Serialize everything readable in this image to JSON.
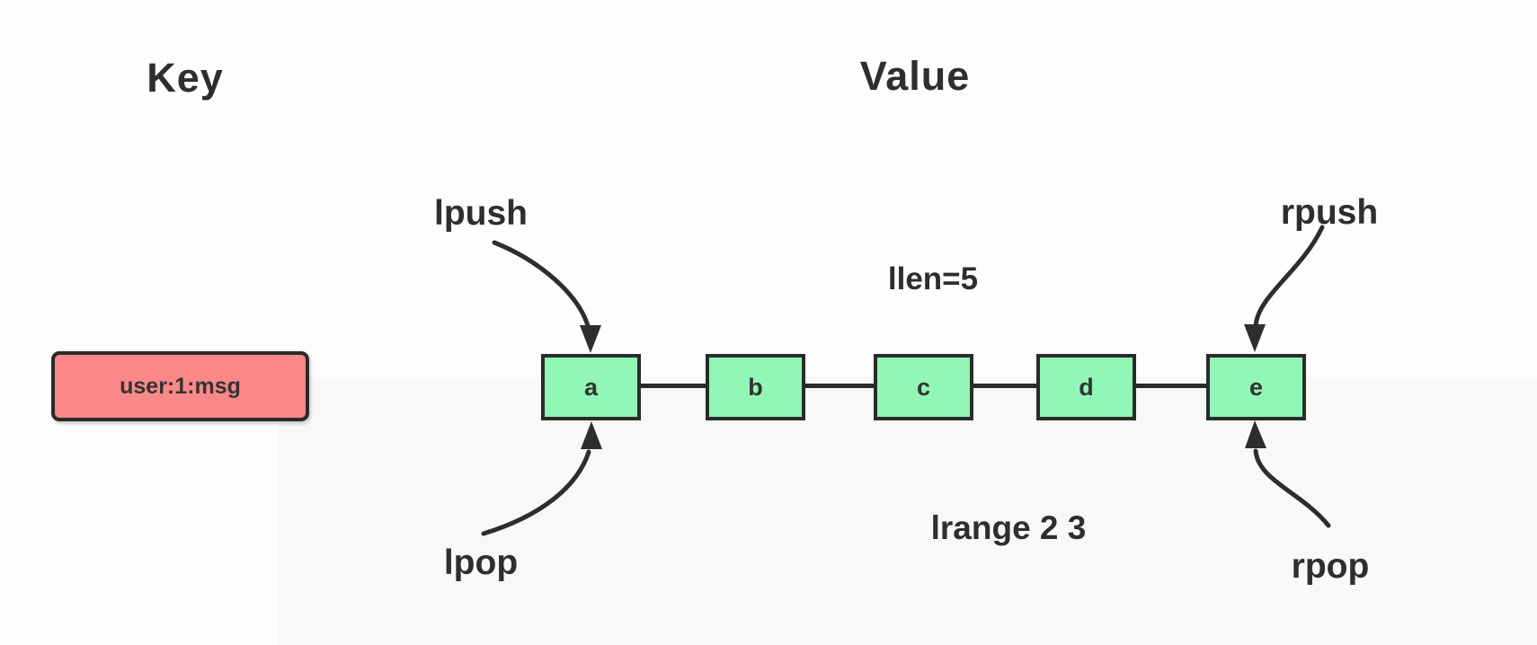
{
  "headers": {
    "key": "Key",
    "value": "Value"
  },
  "key_section": {
    "key_label": "user:1:msg",
    "fill_color": "#fb8888",
    "border_color": "#2a2a2a"
  },
  "list": {
    "nodes": [
      "a",
      "b",
      "c",
      "d",
      "e"
    ],
    "node_fill_color": "#90f7b6",
    "node_border_color": "#2b2b2b"
  },
  "annotations": {
    "length": "llen=5",
    "range": "lrange 2 3"
  },
  "operations": {
    "lpush": "lpush",
    "lpop": "lpop",
    "rpush": "rpush",
    "rpop": "rpop"
  },
  "colors": {
    "arrow": "#2d2d2d",
    "text": "#2e2e2e"
  }
}
